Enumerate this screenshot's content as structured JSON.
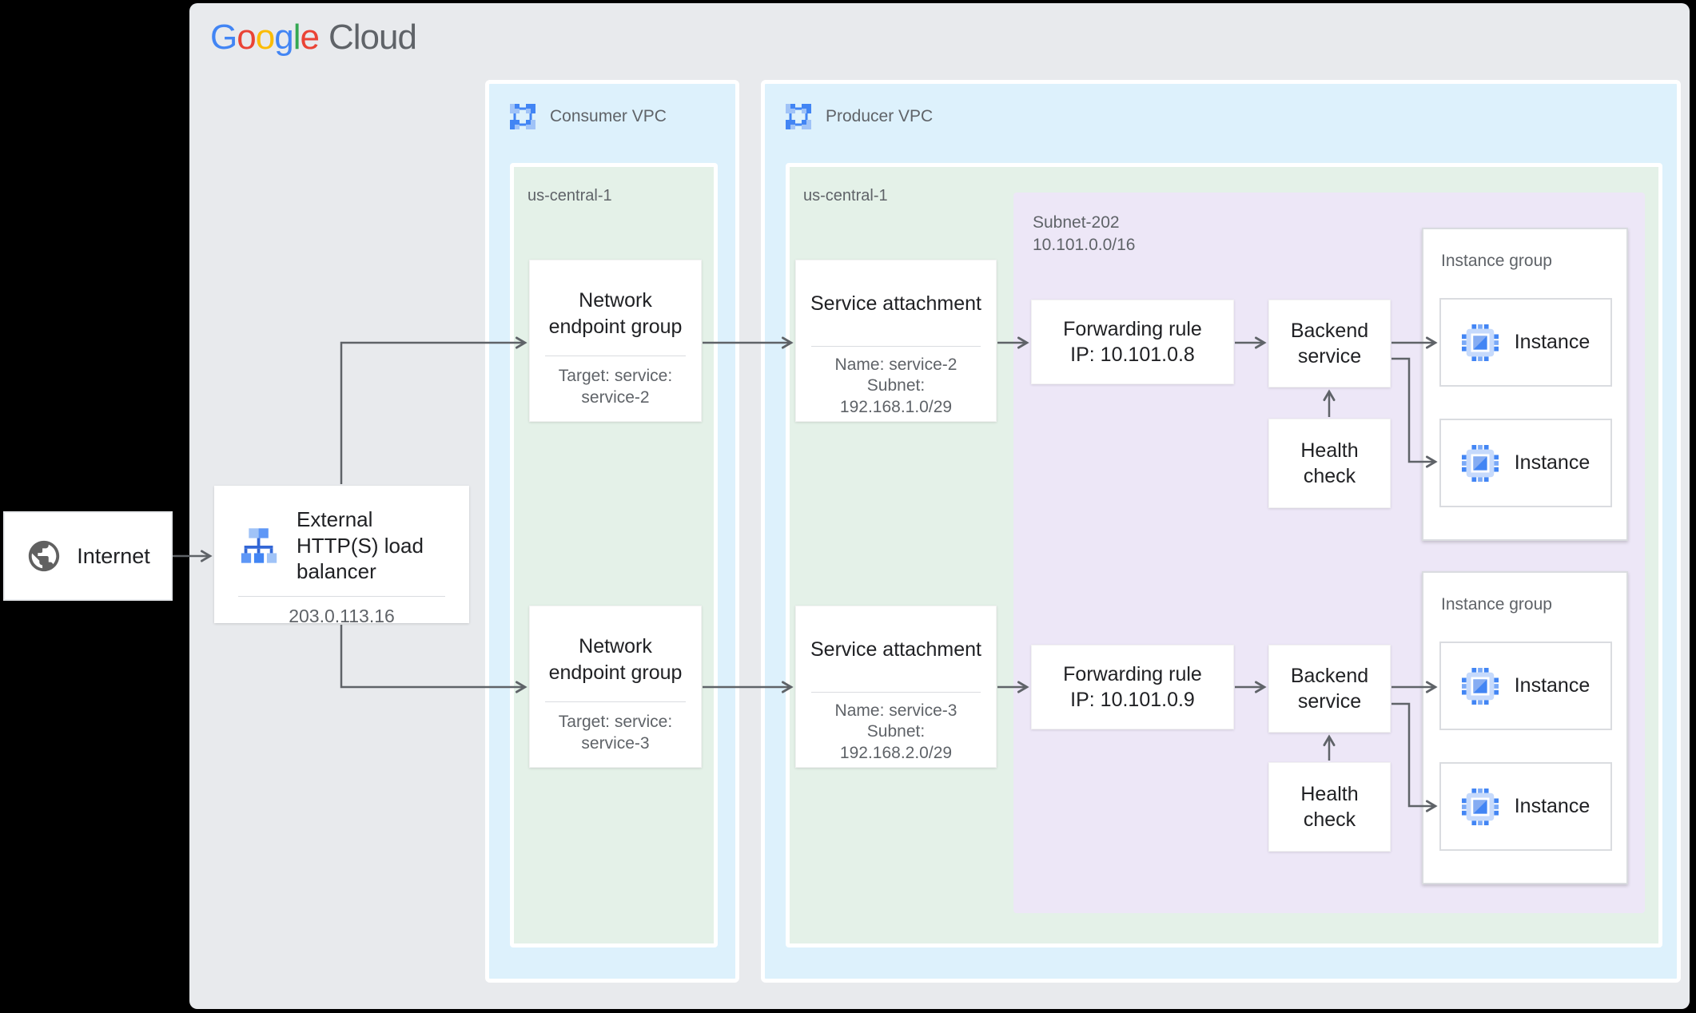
{
  "logo": {
    "letters": [
      {
        "ch": "G",
        "color": "#4285F4"
      },
      {
        "ch": "o",
        "color": "#EA4335"
      },
      {
        "ch": "o",
        "color": "#FBBC04"
      },
      {
        "ch": "g",
        "color": "#4285F4"
      },
      {
        "ch": "l",
        "color": "#34A853"
      },
      {
        "ch": "e",
        "color": "#EA4335"
      }
    ],
    "suffix": "Cloud",
    "suffix_color": "#5F6368"
  },
  "internet": {
    "label": "Internet"
  },
  "load_balancer": {
    "title": "External HTTP(S) load balancer",
    "ip": "203.0.113.16"
  },
  "consumer_vpc": {
    "label": "Consumer VPC",
    "region": {
      "label": "us-central-1",
      "negs": [
        {
          "title": "Network endpoint group",
          "detail": "Target: service:\nservice-2"
        },
        {
          "title": "Network endpoint group",
          "detail": "Target: service:\nservice-3"
        }
      ]
    }
  },
  "producer_vpc": {
    "label": "Producer VPC",
    "region": {
      "label": "us-central-1",
      "service_attachments": [
        {
          "title": "Service attachment",
          "detail": "Name: service-2\nSubnet:\n192.168.1.0/29"
        },
        {
          "title": "Service attachment",
          "detail": "Name: service-3\nSubnet:\n192.168.2.0/29"
        }
      ],
      "subnet": {
        "label": "Subnet-202\n10.101.0.0/16",
        "rows": [
          {
            "forwarding_rule": "Forwarding rule\nIP: 10.101.0.8",
            "backend_service": "Backend service",
            "health_check": "Health check"
          },
          {
            "forwarding_rule": "Forwarding rule\nIP: 10.101.0.9",
            "backend_service": "Backend service",
            "health_check": "Health check"
          }
        ]
      },
      "instance_groups": [
        {
          "label": "Instance group",
          "instances": [
            {
              "label": "Instance"
            },
            {
              "label": "Instance"
            }
          ]
        },
        {
          "label": "Instance group",
          "instances": [
            {
              "label": "Instance"
            },
            {
              "label": "Instance"
            }
          ]
        }
      ]
    }
  },
  "colors": {
    "canvas_bg": "#E8EAED",
    "vpc_bg": "#DDF1FC",
    "region_bg": "#E4F1E8",
    "subnet_bg": "#EDE7F7",
    "arrow": "#5F6368",
    "google_blue": "#4285F4"
  }
}
